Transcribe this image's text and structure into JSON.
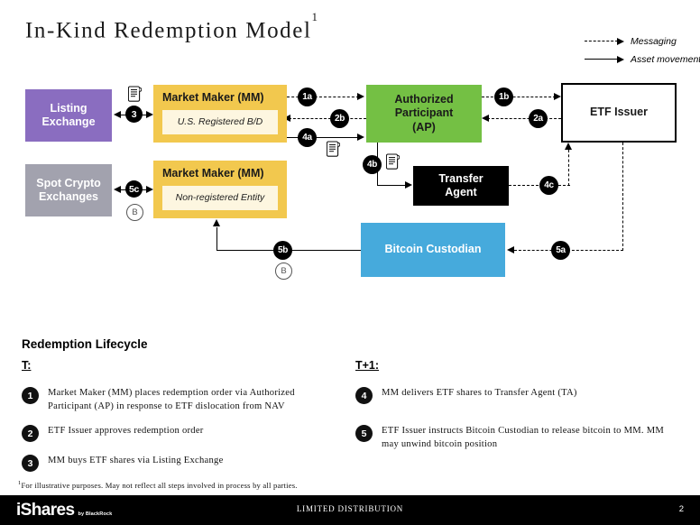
{
  "slide": {
    "title": "In-Kind Redemption Model",
    "title_footnote_marker": "1"
  },
  "legend": {
    "items": [
      {
        "style": "dashed",
        "label": "Messaging",
        "icon": "dashed-arrow-icon"
      },
      {
        "style": "solid",
        "label": "Asset movement",
        "icon": "solid-arrow-icon"
      }
    ]
  },
  "diagram": {
    "nodes": {
      "listing_exchange": {
        "label": "Listing\nExchange",
        "line1": "Listing",
        "line2": "Exchange",
        "color": "#8a6dc0"
      },
      "spot_crypto": {
        "line1": "Spot Crypto",
        "line2": "Exchanges",
        "color": "#a2a2ae"
      },
      "market_maker_1": {
        "title": "Market Maker (MM)",
        "subtitle": "U.S. Registered B/D",
        "color": "#f2c84e"
      },
      "market_maker_2": {
        "title": "Market Maker (MM)",
        "subtitle": "Non-registered Entity",
        "color": "#f2c84e"
      },
      "authorized_participant": {
        "line1": "Authorized",
        "line2": "Participant",
        "line3": "(AP)",
        "color": "#74c044"
      },
      "transfer_agent": {
        "line1": "Transfer",
        "line2": "Agent",
        "color": "#000000"
      },
      "bitcoin_custodian": {
        "label": "Bitcoin Custodian",
        "color": "#46aadc"
      },
      "etf_issuer": {
        "label": "ETF Issuer",
        "color": "#ffffff"
      }
    },
    "step_badges": [
      {
        "id": "1a",
        "label": "1a"
      },
      {
        "id": "1b",
        "label": "1b"
      },
      {
        "id": "2a",
        "label": "2a"
      },
      {
        "id": "2b",
        "label": "2b"
      },
      {
        "id": "3",
        "label": "3"
      },
      {
        "id": "4a",
        "label": "4a"
      },
      {
        "id": "4b",
        "label": "4b"
      },
      {
        "id": "4c",
        "label": "4c"
      },
      {
        "id": "5a",
        "label": "5a"
      },
      {
        "id": "5b",
        "label": "5b"
      },
      {
        "id": "5c",
        "label": "5c"
      }
    ],
    "bitcoin_markers": [
      {
        "id": "btc-5b",
        "label": "B"
      },
      {
        "id": "btc-5c",
        "label": "B"
      }
    ]
  },
  "lifecycle": {
    "heading": "Redemption Lifecycle",
    "columns": [
      {
        "head": "T:",
        "steps": [
          {
            "num": "1",
            "text": "Market Maker (MM) places redemption order via Authorized Participant (AP) in response to ETF dislocation from NAV"
          },
          {
            "num": "2",
            "text": "ETF Issuer approves redemption order"
          },
          {
            "num": "3",
            "text": "MM buys ETF shares via Listing Exchange"
          }
        ]
      },
      {
        "head": "T+1:",
        "steps": [
          {
            "num": "4",
            "text": "MM delivers ETF shares to Transfer Agent (TA)"
          },
          {
            "num": "5",
            "text": "ETF Issuer instructs Bitcoin Custodian to release bitcoin to MM. MM may unwind bitcoin position"
          }
        ]
      }
    ]
  },
  "footnote": {
    "marker": "1",
    "text": "For illustrative purposes.  May not reflect all steps involved in process by all parties."
  },
  "footer": {
    "brand_main": "iShares",
    "brand_sub": "by BlackRock",
    "center": "LIMITED DISTRIBUTION",
    "page": "2",
    "background": "#000000"
  }
}
